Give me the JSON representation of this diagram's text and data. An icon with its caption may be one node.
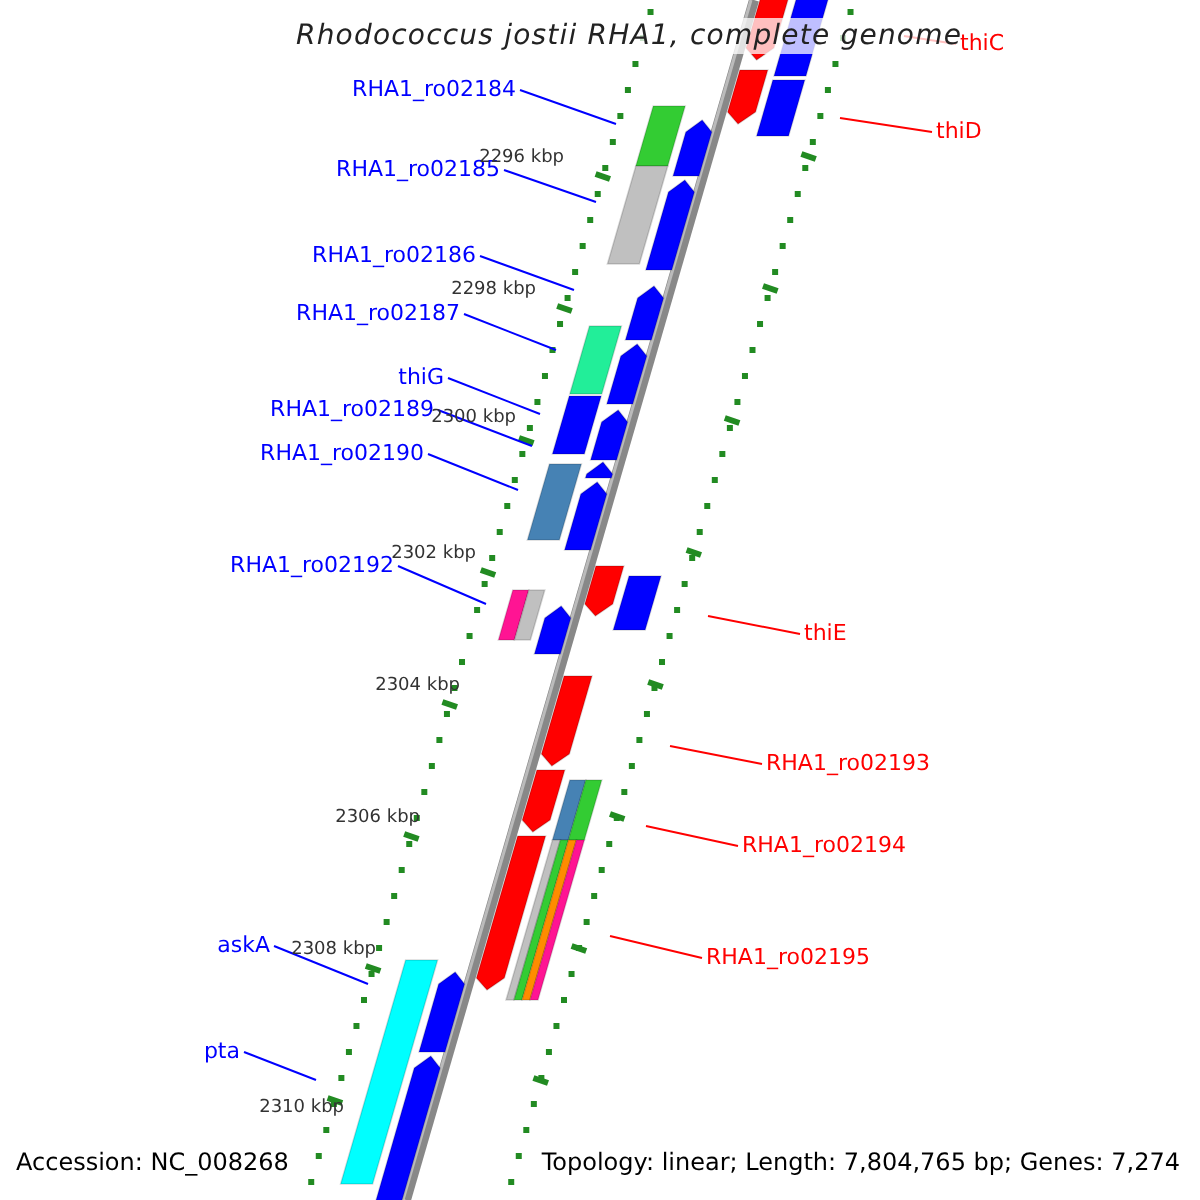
{
  "diagram": {
    "title": "Rhodococcus jostii RHA1, complete genome",
    "nodes": [
      {
        "text": [
          "thiC"
        ]
      },
      {
        "text": [
          "RHA1_ro02184"
        ]
      },
      {
        "text": [
          "thiD"
        ]
      },
      {
        "text": [
          "RHA1_ro02185"
        ]
      },
      {
        "text": [
          "RHA1_ro02186"
        ]
      },
      {
        "text": [
          "RHA1_ro02187"
        ]
      },
      {
        "text": [
          "thiG"
        ]
      },
      {
        "text": [
          "RHA1_ro02189"
        ]
      },
      {
        "text": [
          "RHA1_ro02190"
        ]
      },
      {
        "text": [
          "RHA1_ro02192"
        ]
      },
      {
        "text": [
          "thiE"
        ]
      },
      {
        "text": [
          "RHA1_ro02193"
        ]
      },
      {
        "text": [
          "RHA1_ro02194"
        ]
      },
      {
        "text": [
          "askA"
        ]
      },
      {
        "text": [
          "RHA1_ro02195"
        ]
      },
      {
        "text": [
          "pta"
        ]
      }
    ],
    "edges": [
      {
        "from": 0,
        "to": null,
        "arrow": "none",
        "color": "#ff0000"
      },
      {
        "from": 1,
        "to": null,
        "arrow": "none"
      },
      {
        "from": 2,
        "to": null,
        "arrow": "none",
        "color": "#ff0000"
      },
      {
        "from": 3,
        "to": null,
        "arrow": "none"
      },
      {
        "from": 4,
        "to": null,
        "arrow": "none"
      },
      {
        "from": 5,
        "to": null,
        "arrow": "none"
      },
      {
        "from": 6,
        "to": null,
        "arrow": "none"
      },
      {
        "from": 7,
        "to": null,
        "arrow": "none"
      },
      {
        "from": 8,
        "to": null,
        "arrow": "none"
      },
      {
        "from": 9,
        "to": null,
        "arrow": "none"
      },
      {
        "from": 10,
        "to": null,
        "arrow": "none",
        "color": "#ff0000"
      },
      {
        "from": 11,
        "to": null,
        "arrow": "none",
        "color": "#ff0000"
      },
      {
        "from": 12,
        "to": null,
        "arrow": "none",
        "color": "#ff0000"
      },
      {
        "from": 13,
        "to": null,
        "arrow": "none"
      },
      {
        "from": 14,
        "to": null,
        "arrow": "none",
        "color": "#ff0000"
      },
      {
        "from": 15,
        "to": null,
        "arrow": "none"
      }
    ],
    "labels": [
      "2296 kbp",
      "2298 kbp",
      "2300 kbp",
      "2302 kbp",
      "2304 kbp",
      "2306 kbp",
      "2308 kbp",
      "2310 kbp",
      "Accession: NC_008268",
      "Topology: linear; Length: 7,804,765 bp; Genes: 7,274"
    ]
  }
}
